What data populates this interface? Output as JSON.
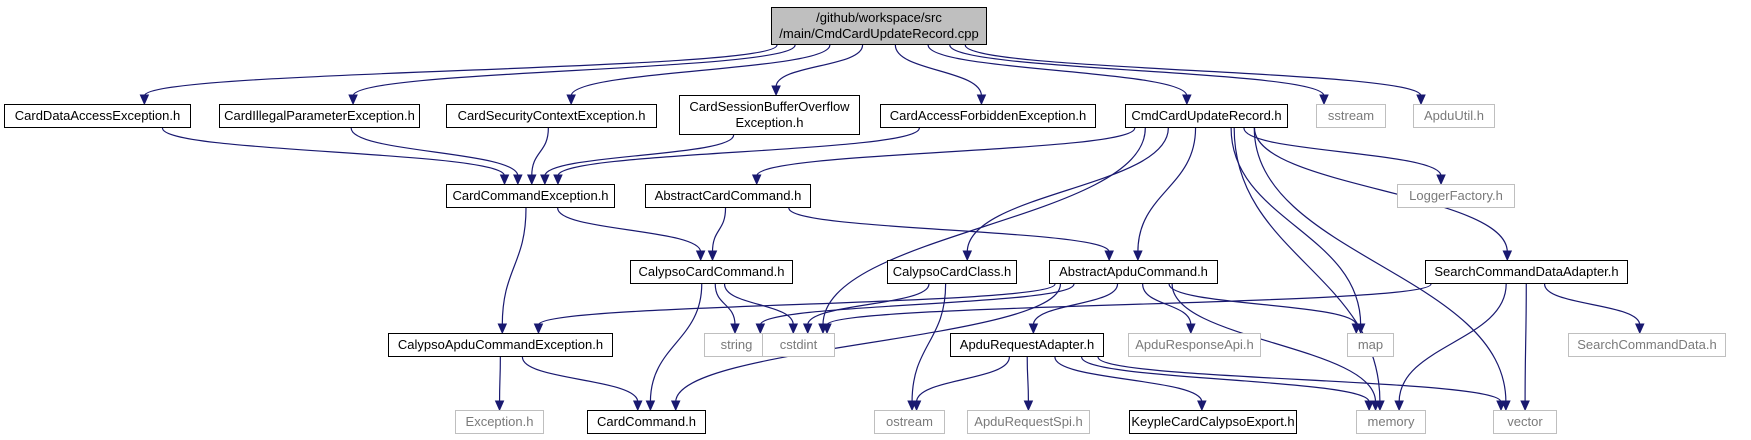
{
  "nodes": {
    "root": "/github/workspace/src\n/main/CmdCardUpdateRecord.cpp",
    "card_data_access_exception": "CardDataAccessException.h",
    "card_illegal_parameter_exception": "CardIllegalParameterException.h",
    "card_security_context_exception": "CardSecurityContextException.h",
    "card_session_buffer_overflow_exception": "CardSessionBufferOverflow\nException.h",
    "card_access_forbidden_exception": "CardAccessForbiddenException.h",
    "cmd_card_update_record": "CmdCardUpdateRecord.h",
    "sstream": "sstream",
    "apdu_util": "ApduUtil.h",
    "card_command_exception": "CardCommandException.h",
    "abstract_card_command": "AbstractCardCommand.h",
    "logger_factory": "LoggerFactory.h",
    "calypso_card_command": "CalypsoCardCommand.h",
    "calypso_card_class": "CalypsoCardClass.h",
    "abstract_apdu_command": "AbstractApduCommand.h",
    "search_command_data_adapter": "SearchCommandDataAdapter.h",
    "calypso_apdu_command_exception": "CalypsoApduCommandException.h",
    "string": "string",
    "cstdint": "cstdint",
    "apdu_request_adapter": "ApduRequestAdapter.h",
    "apdu_response_api": "ApduResponseApi.h",
    "map": "map",
    "search_command_data": "SearchCommandData.h",
    "exception": "Exception.h",
    "card_command": "CardCommand.h",
    "ostream": "ostream",
    "apdu_request_spi": "ApduRequestSpi.h",
    "keyple_card_calypso_export": "KeypleCardCalypsoExport.h",
    "memory": "memory",
    "vector": "vector"
  },
  "colors": {
    "edge": "#191970",
    "root_fill": "#bfbfbf",
    "documented_border": "#000000",
    "external_border": "#bfbfbf",
    "external_text": "#7a7a7a"
  },
  "edges": [
    [
      "root",
      "card_data_access_exception"
    ],
    [
      "root",
      "card_illegal_parameter_exception"
    ],
    [
      "root",
      "card_security_context_exception"
    ],
    [
      "root",
      "card_session_buffer_overflow_exception"
    ],
    [
      "root",
      "card_access_forbidden_exception"
    ],
    [
      "root",
      "cmd_card_update_record"
    ],
    [
      "root",
      "sstream"
    ],
    [
      "root",
      "apdu_util"
    ],
    [
      "card_data_access_exception",
      "card_command_exception"
    ],
    [
      "card_illegal_parameter_exception",
      "card_command_exception"
    ],
    [
      "card_security_context_exception",
      "card_command_exception"
    ],
    [
      "card_session_buffer_overflow_exception",
      "card_command_exception"
    ],
    [
      "card_access_forbidden_exception",
      "card_command_exception"
    ],
    [
      "card_command_exception",
      "calypso_card_command"
    ],
    [
      "card_command_exception",
      "calypso_apdu_command_exception"
    ],
    [
      "cmd_card_update_record",
      "abstract_card_command"
    ],
    [
      "cmd_card_update_record",
      "calypso_card_class"
    ],
    [
      "cmd_card_update_record",
      "abstract_apdu_command"
    ],
    [
      "cmd_card_update_record",
      "logger_factory"
    ],
    [
      "cmd_card_update_record",
      "search_command_data_adapter"
    ],
    [
      "cmd_card_update_record",
      "cstdint"
    ],
    [
      "cmd_card_update_record",
      "map"
    ],
    [
      "cmd_card_update_record",
      "memory"
    ],
    [
      "cmd_card_update_record",
      "vector"
    ],
    [
      "abstract_card_command",
      "calypso_card_command"
    ],
    [
      "abstract_card_command",
      "abstract_apdu_command"
    ],
    [
      "calypso_card_command",
      "string"
    ],
    [
      "calypso_card_command",
      "cstdint"
    ],
    [
      "calypso_card_command",
      "card_command"
    ],
    [
      "calypso_card_class",
      "cstdint"
    ],
    [
      "calypso_card_class",
      "ostream"
    ],
    [
      "abstract_apdu_command",
      "calypso_apdu_command_exception"
    ],
    [
      "abstract_apdu_command",
      "string"
    ],
    [
      "abstract_apdu_command",
      "card_command"
    ],
    [
      "abstract_apdu_command",
      "apdu_request_adapter"
    ],
    [
      "abstract_apdu_command",
      "apdu_response_api"
    ],
    [
      "abstract_apdu_command",
      "map"
    ],
    [
      "abstract_apdu_command",
      "memory"
    ],
    [
      "search_command_data_adapter",
      "cstdint"
    ],
    [
      "search_command_data_adapter",
      "memory"
    ],
    [
      "search_command_data_adapter",
      "vector"
    ],
    [
      "search_command_data_adapter",
      "search_command_data"
    ],
    [
      "calypso_apdu_command_exception",
      "exception"
    ],
    [
      "calypso_apdu_command_exception",
      "card_command"
    ],
    [
      "apdu_request_adapter",
      "ostream"
    ],
    [
      "apdu_request_adapter",
      "apdu_request_spi"
    ],
    [
      "apdu_request_adapter",
      "keyple_card_calypso_export"
    ],
    [
      "apdu_request_adapter",
      "memory"
    ],
    [
      "apdu_request_adapter",
      "vector"
    ]
  ]
}
